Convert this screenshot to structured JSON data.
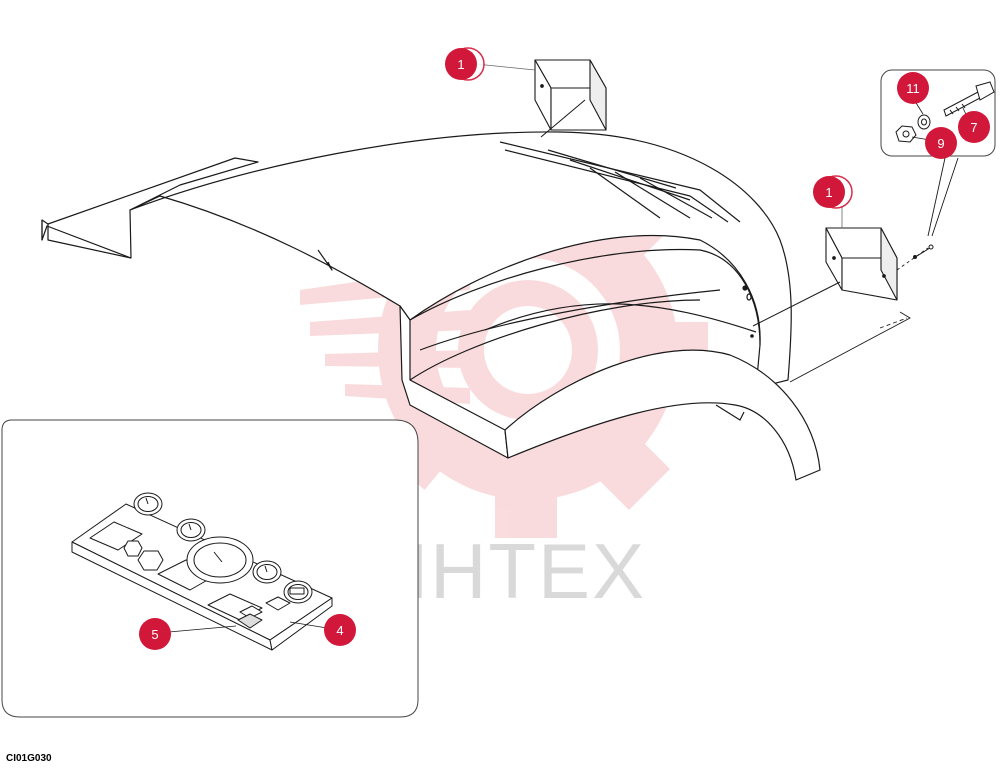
{
  "figure_code": "CI01G030",
  "watermark": {
    "text": "ИНТЕХ",
    "color": "#f2a3a8"
  },
  "callout_color": "#d1183a",
  "callouts": [
    {
      "id": "c1a",
      "label": "1"
    },
    {
      "id": "c1b",
      "label": "1"
    },
    {
      "id": "c11",
      "label": "11"
    },
    {
      "id": "c7",
      "label": "7"
    },
    {
      "id": "c9",
      "label": "9"
    },
    {
      "id": "c5",
      "label": "5"
    },
    {
      "id": "c4",
      "label": "4"
    }
  ]
}
